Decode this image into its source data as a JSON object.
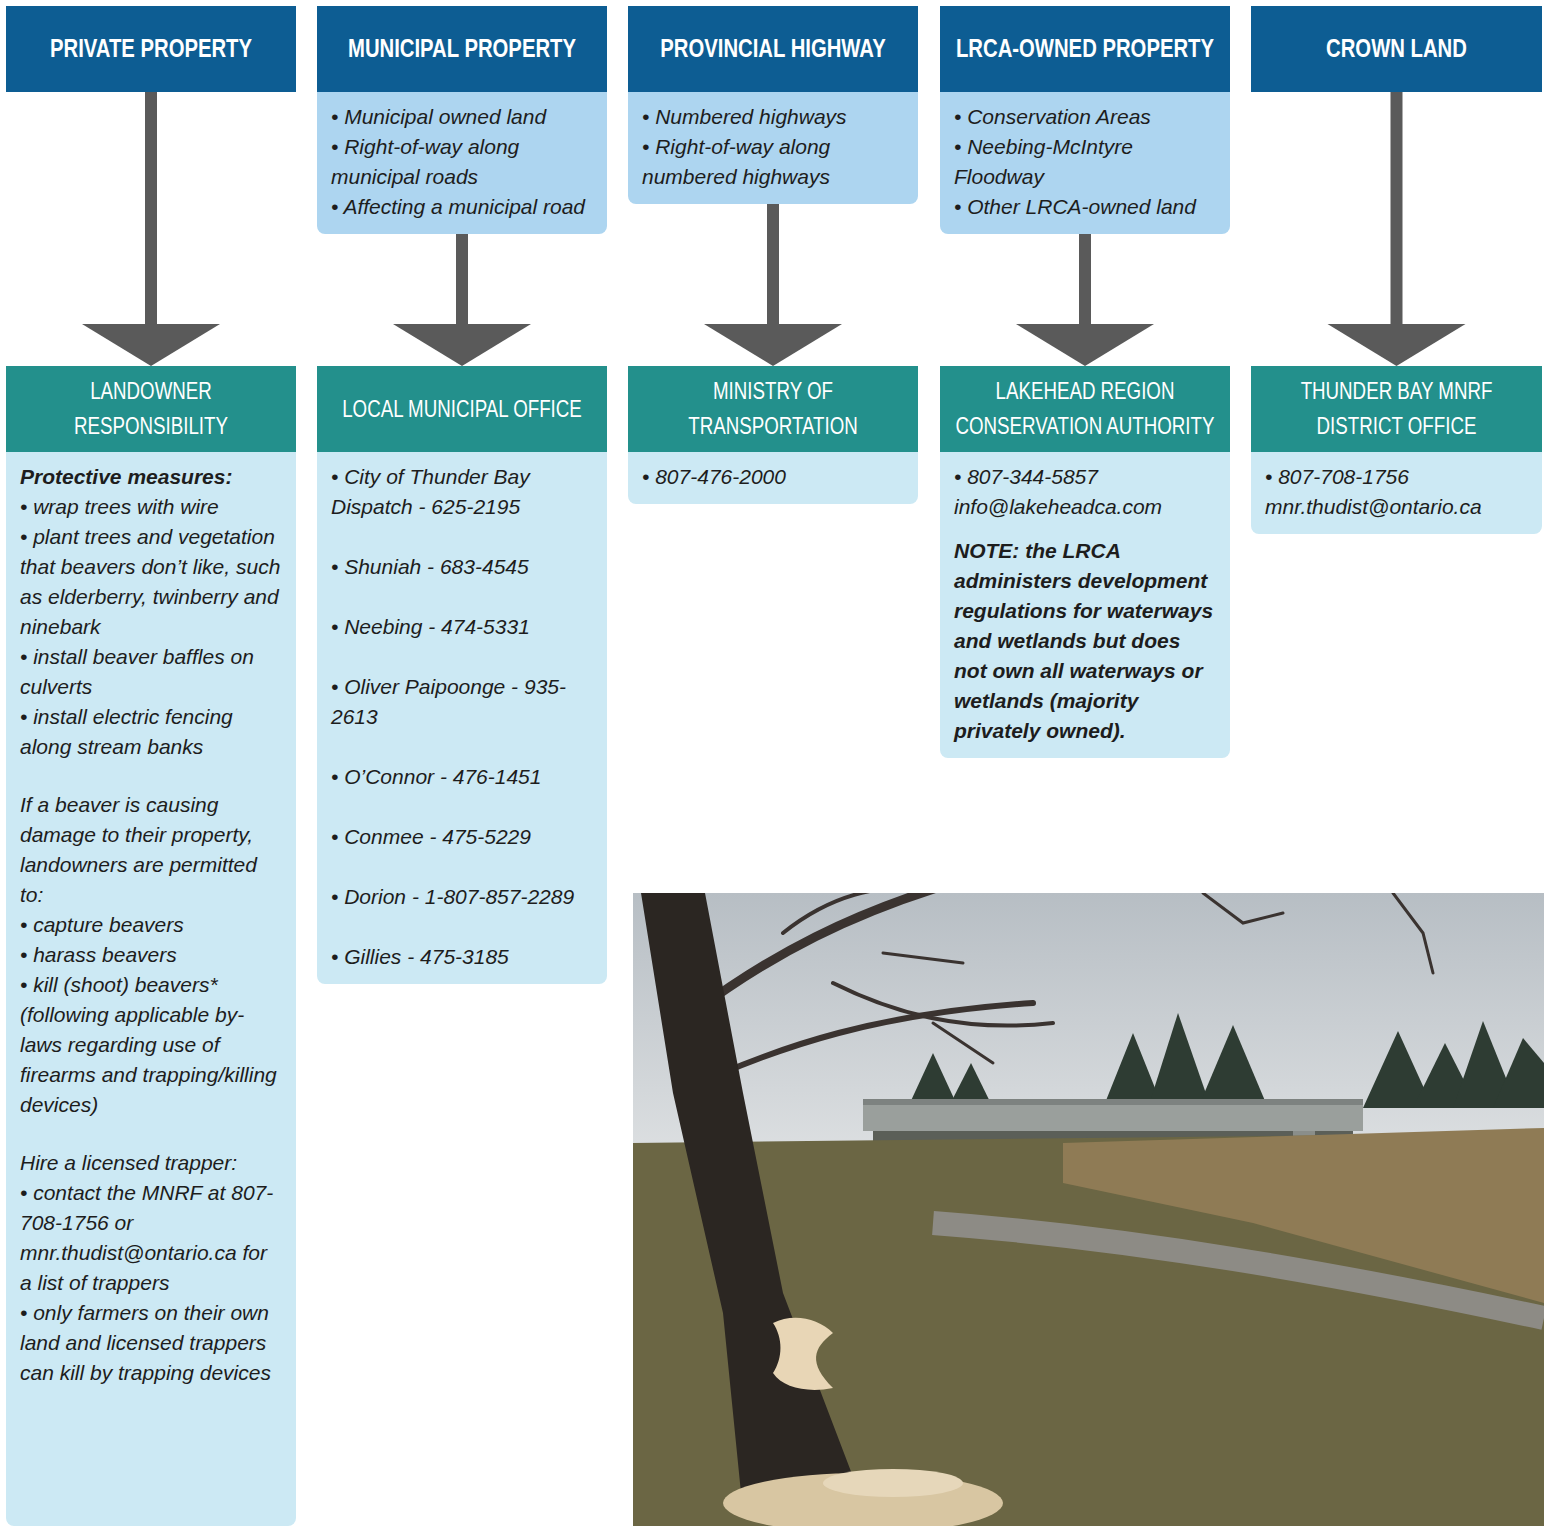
{
  "diagram": {
    "nodes": [
      {
        "text": [
          "PRIVATE PROPERTY"
        ]
      },
      {
        "text": [
          "MUNICIPAL PROPERTY",
          "• Municipal owned land",
          "• Right-of-way along municipal roads",
          "• Affecting a municipal road"
        ]
      },
      {
        "text": [
          "PROVINCIAL HIGHWAY",
          "• Numbered highways",
          "• Right-of-way along numbered highways"
        ]
      },
      {
        "text": [
          "LRCA-OWNED PROPERTY",
          "• Conservation Areas",
          "• Neebing-McIntyre Floodway",
          "• Other LRCA-owned land"
        ]
      },
      {
        "text": [
          "CROWN LAND"
        ]
      },
      {
        "text": [
          "LANDOWNER RESPONSIBILITY",
          "Protective measures:",
          "• wrap trees with wire",
          "• plant trees and vegetation that beavers don’t like, such as elderberry, twinberry and ninebark",
          "• install beaver baffles on culverts",
          "• install electric fencing along stream banks",
          "If a beaver is causing damage to their property, landowners are permitted to:",
          "• capture beavers",
          "• harass beavers",
          "• kill (shoot) beavers* (following applicable by-laws regarding use of firearms and trapping/killing devices)",
          "Hire a licensed trapper:",
          "• contact the MNRF at 807-708-1756 or mnr.thudist@ontario.ca for a list of trappers",
          "• only farmers on their own land and licensed trappers can kill by trapping devices"
        ]
      },
      {
        "text": [
          "LOCAL MUNICIPAL OFFICE",
          "• City of Thunder Bay Dispatch - 625-2195",
          "• Shuniah - 683-4545",
          "• Neebing - 474-5331",
          "• Oliver Paipoonge - 935-2613",
          "• O’Connor - 476-1451",
          "• Conmee - 475-5229",
          "• Dorion - 1-807-857-2289",
          "• Gillies - 475-3185"
        ]
      },
      {
        "text": [
          "MINISTRY OF TRANSPORTATION",
          "• 807-476-2000"
        ]
      },
      {
        "text": [
          "LAKEHEAD REGION CONSERVATION AUTHORITY",
          "• 807-344-5857",
          "info@lakeheadca.com",
          "NOTE: the LRCA administers development regulations for waterways and wetlands but does not own all waterways or wetlands (majority privately owned)."
        ]
      },
      {
        "text": [
          "THUNDER BAY MNRF DISTRICT OFFICE",
          "• 807-708-1756",
          "mnr.thudist@ontario.ca"
        ]
      }
    ],
    "edges": [
      {
        "from": 0,
        "to": 5,
        "arrow": "to"
      },
      {
        "from": 1,
        "to": 6,
        "arrow": "to"
      },
      {
        "from": 2,
        "to": 7,
        "arrow": "to"
      },
      {
        "from": 3,
        "to": 8,
        "arrow": "to"
      },
      {
        "from": 4,
        "to": 9,
        "arrow": "to"
      }
    ]
  }
}
